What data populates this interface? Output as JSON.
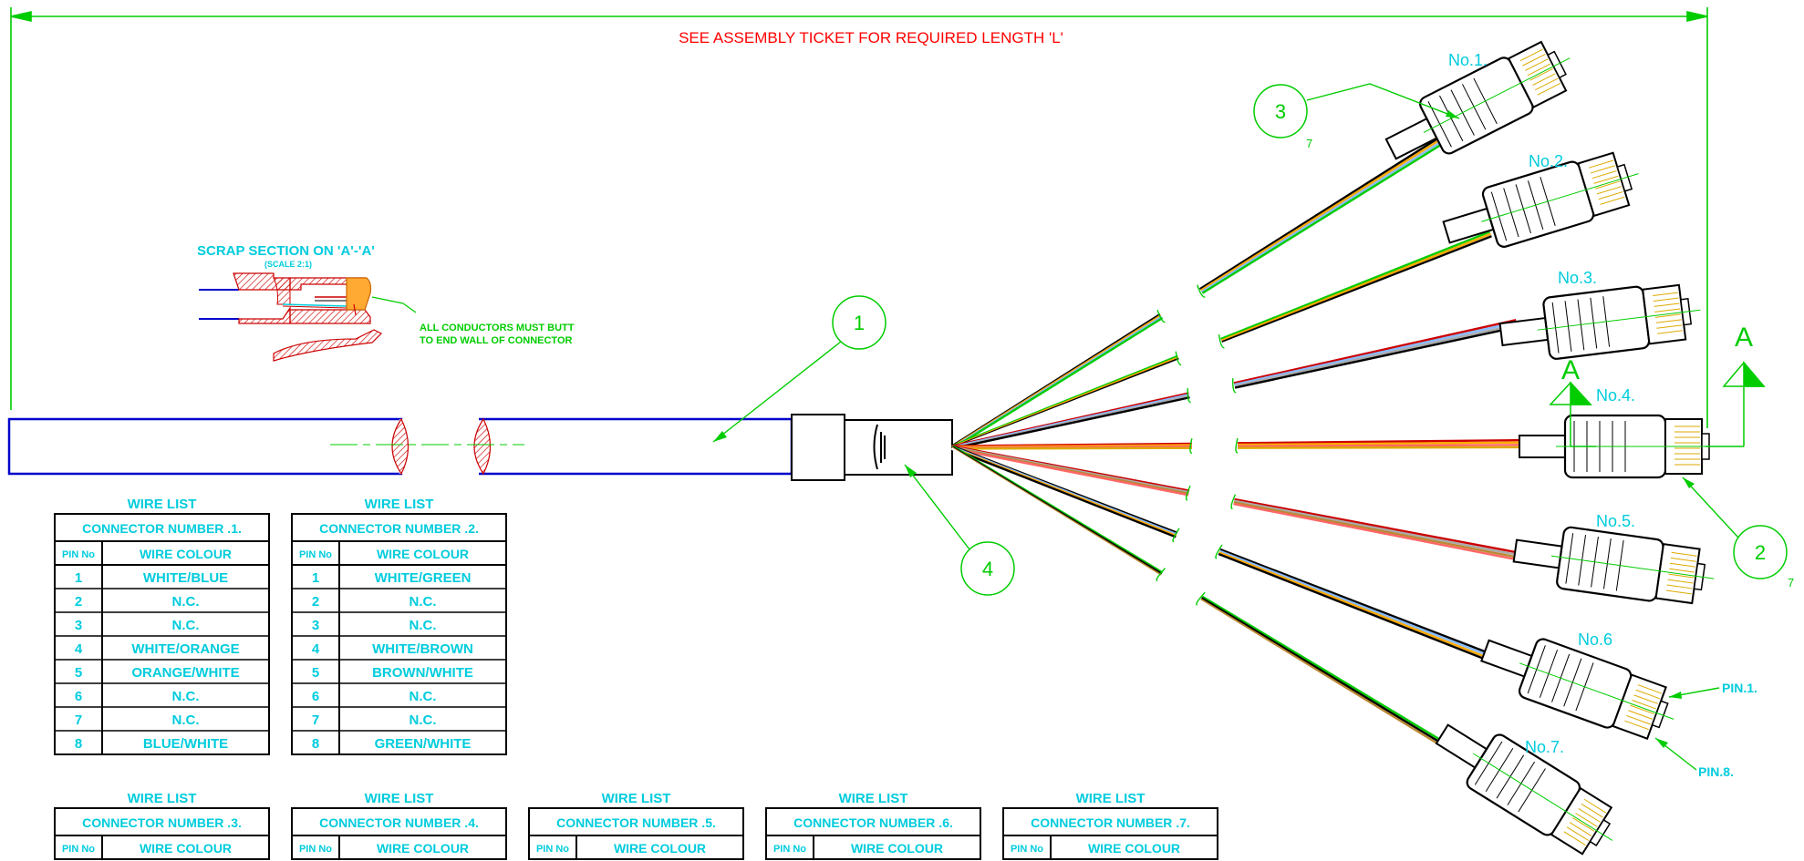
{
  "header_note": "SEE ASSEMBLY TICKET FOR REQUIRED LENGTH 'L'",
  "section": {
    "title": "SCRAP SECTION ON 'A'-'A'",
    "scale": "(SCALE 2:1)",
    "note_line1": "ALL CONDUCTORS MUST BUTT",
    "note_line2": "TO END WALL OF CONNECTOR"
  },
  "balloons": {
    "b1": "1",
    "b2": "2",
    "b3": "3",
    "b4": "4",
    "sub3": "7",
    "sub2": "7"
  },
  "section_marks": {
    "left": "A",
    "right": "A"
  },
  "connector_labels": [
    "No.1.",
    "No.2.",
    "No.3.",
    "No.4.",
    "No.5.",
    "No.6",
    "No.7."
  ],
  "pin_labels": {
    "pin1": "PIN.1.",
    "pin8": "PIN.8."
  },
  "colors": {
    "frame": "#00cc00",
    "header": "#ff0000",
    "label": "#00ccdd",
    "jacket": "#0000cc",
    "hatch": "#cc0000",
    "tables": "#000000"
  },
  "wire_tables": [
    {
      "title": "WIRE LIST",
      "connector": "CONNECTOR NUMBER .1.",
      "pin_header": "PIN No",
      "colour_header": "WIRE COLOUR",
      "rows": [
        {
          "pin": "1",
          "colour": "WHITE/BLUE"
        },
        {
          "pin": "2",
          "colour": "N.C."
        },
        {
          "pin": "3",
          "colour": "N.C."
        },
        {
          "pin": "4",
          "colour": "WHITE/ORANGE"
        },
        {
          "pin": "5",
          "colour": "ORANGE/WHITE"
        },
        {
          "pin": "6",
          "colour": "N.C."
        },
        {
          "pin": "7",
          "colour": "N.C."
        },
        {
          "pin": "8",
          "colour": "BLUE/WHITE"
        }
      ]
    },
    {
      "title": "WIRE LIST",
      "connector": "CONNECTOR NUMBER .2.",
      "pin_header": "PIN No",
      "colour_header": "WIRE COLOUR",
      "rows": [
        {
          "pin": "1",
          "colour": "WHITE/GREEN"
        },
        {
          "pin": "2",
          "colour": "N.C."
        },
        {
          "pin": "3",
          "colour": "N.C."
        },
        {
          "pin": "4",
          "colour": "WHITE/BROWN"
        },
        {
          "pin": "5",
          "colour": "BROWN/WHITE"
        },
        {
          "pin": "6",
          "colour": "N.C."
        },
        {
          "pin": "7",
          "colour": "N.C."
        },
        {
          "pin": "8",
          "colour": "GREEN/WHITE"
        }
      ]
    }
  ],
  "wire_tables_bottom": [
    {
      "title": "WIRE LIST",
      "connector": "CONNECTOR NUMBER .3.",
      "pin_header": "PIN No",
      "colour_header": "WIRE COLOUR"
    },
    {
      "title": "WIRE LIST",
      "connector": "CONNECTOR NUMBER .4.",
      "pin_header": "PIN No",
      "colour_header": "WIRE COLOUR"
    },
    {
      "title": "WIRE LIST",
      "connector": "CONNECTOR NUMBER .5.",
      "pin_header": "PIN No",
      "colour_header": "WIRE COLOUR"
    },
    {
      "title": "WIRE LIST",
      "connector": "CONNECTOR NUMBER .6.",
      "pin_header": "PIN No",
      "colour_header": "WIRE COLOUR"
    },
    {
      "title": "WIRE LIST",
      "connector": "CONNECTOR NUMBER .7.",
      "pin_header": "PIN No",
      "colour_header": "WIRE COLOUR"
    }
  ]
}
